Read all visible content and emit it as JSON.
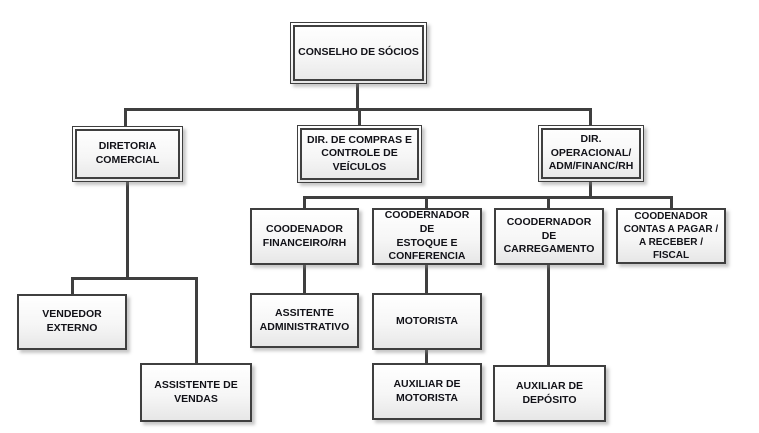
{
  "diagram": {
    "type": "org-chart",
    "nodes": {
      "conselho_de_socios": {
        "label": "CONSELHO DE SÓCIOS",
        "reports_to": null
      },
      "diretoria_comercial": {
        "label": "DIRETORIA\nCOMERCIAL",
        "reports_to": "conselho_de_socios"
      },
      "dir_compras_controle_veiculos": {
        "label": "DIR. DE COMPRAS E\nCONTROLE DE\nVEÍCULOS",
        "reports_to": "conselho_de_socios"
      },
      "dir_operacional_adm_financ_rh": {
        "label": "DIR.\nOPERACIONAL/\nADM/FINANC/RH",
        "reports_to": "conselho_de_socios"
      },
      "coodenador_financeiro_rh": {
        "label": "COODENADOR\nFINANCEIRO/RH",
        "reports_to": "dir_operacional_adm_financ_rh"
      },
      "coodernador_estoque_conferencia": {
        "label": "COODERNADOR DE\nESTOQUE E\nCONFERENCIA",
        "reports_to": "dir_operacional_adm_financ_rh"
      },
      "coodernador_carregamento": {
        "label": "COODERNADOR DE\nCARREGAMENTO",
        "reports_to": "dir_operacional_adm_financ_rh"
      },
      "coodenador_contas": {
        "label": "COODENADOR\nCONTAS A PAGAR /\nA RECEBER / FISCAL",
        "reports_to": "dir_operacional_adm_financ_rh"
      },
      "vendedor_externo": {
        "label": "VENDEDOR\nEXTERNO",
        "reports_to": "diretoria_comercial"
      },
      "assistente_de_vendas": {
        "label": "ASSISTENTE DE\nVENDAS",
        "reports_to": "diretoria_comercial"
      },
      "assitente_administrativo": {
        "label": "ASSITENTE\nADMINISTRATIVO",
        "reports_to": "coodenador_financeiro_rh"
      },
      "motorista": {
        "label": "MOTORISTA",
        "reports_to": "coodernador_estoque_conferencia"
      },
      "auxiliar_de_motorista": {
        "label": "AUXILIAR DE\nMOTORISTA",
        "reports_to": "motorista"
      },
      "auxiliar_de_deposito": {
        "label": "AUXILIAR DE\nDEPÓSITO",
        "reports_to": "coodernador_carregamento"
      }
    },
    "colors": {
      "line": "#3f3f3f",
      "box_border": "#3f3f3f",
      "box_fill_top": "#ffffff",
      "box_fill_bottom": "#e7e7e7",
      "text": "#121218",
      "background": "#ffffff"
    }
  }
}
